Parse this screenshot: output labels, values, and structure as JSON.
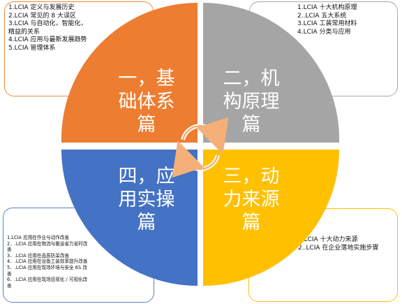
{
  "colors": {
    "top_left": "#ed7d31",
    "top_right": "#a5a5a5",
    "bottom_left": "#4472c4",
    "bottom_right": "#ffc000"
  },
  "quadrants": {
    "top_left": {
      "title": "一，基\n础体系\n篇"
    },
    "top_right": {
      "title": "二，机\n构原理\n篇"
    },
    "bottom_left": {
      "title": "四，应\n用实操\n篇"
    },
    "bottom_right": {
      "title": "三，动\n力来源\n篇"
    }
  },
  "lists": {
    "top_left": [
      "1.LCIA 定义与发展历史",
      "2.LCIA 常见的 8 大误区",
      "3.LCIA 与自动化，智能化，",
      "精益的关系",
      "4.LCIA 应用与最新发展趋势",
      "5.LCIA 管理体系"
    ],
    "top_right": [
      "1.LCIA 十大机构原理",
      "2..LCIA 五大系统",
      "3.LCIA 工装常用材料",
      "4.LCIA 分类与应用"
    ],
    "bottom_left": [
      "1.LCIA 应用在作业与动作改善",
      "2．.LCIA 应用在物流与搬运省力省时改",
      "善",
      "3．.LCIA 应用在品质防呆改善",
      "4．.LCIA 应用在设备工装效率提升改善",
      "5．.LCIA 应用在现场环境与安全 6S 改",
      "善",
      "6．.LCIA 应用在现场目视化 / 可视化改",
      "善"
    ],
    "bottom_right": [
      "1.LCIA 十大动力来源",
      "2..LCIA 在企业落地实施步骤"
    ]
  }
}
